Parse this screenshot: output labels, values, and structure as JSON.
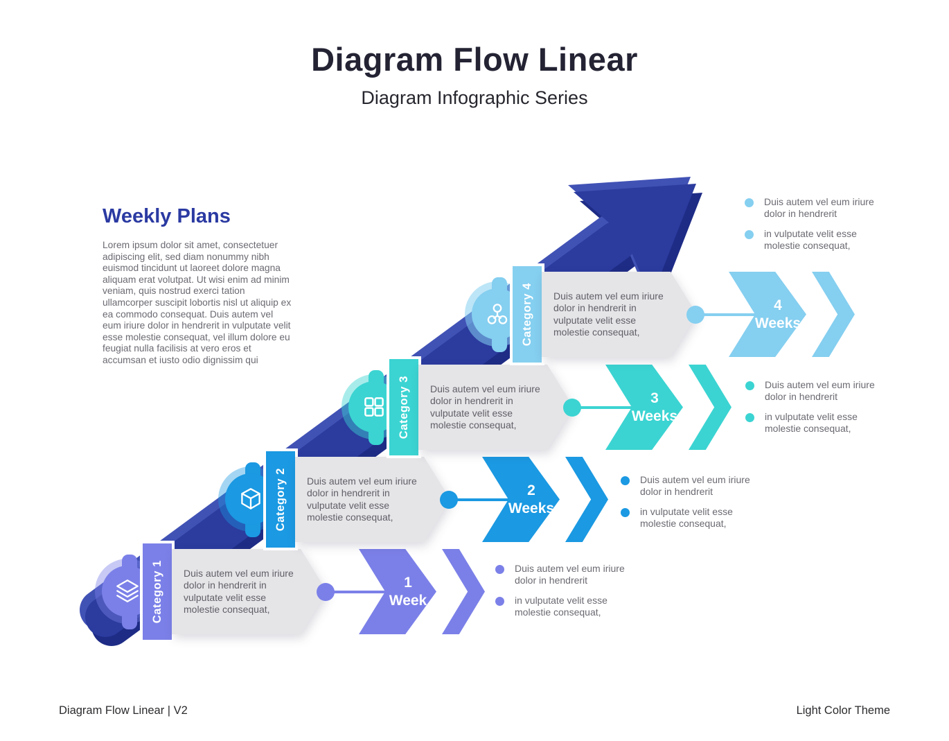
{
  "header": {
    "title": "Diagram Flow Linear",
    "subtitle": "Diagram Infographic Series"
  },
  "intro": {
    "heading": "Weekly Plans",
    "paragraph": "Lorem ipsum dolor sit amet, consectetuer adipiscing elit, sed diam nonummy nibh euismod tincidunt ut laoreet dolore magna aliquam erat volutpat. Ut wisi enim ad minim veniam, quis nostrud exerci tation ullamcorper suscipit lobortis nisl ut aliquip ex ea commodo consequat. Duis autem vel eum iriure dolor in hendrerit in vulputate velit esse molestie consequat, vel illum dolore eu feugiat nulla facilisis at vero eros et accumsan et iusto odio dignissim qui"
  },
  "rows": [
    {
      "category": "Category 1",
      "icon": "layers-icon",
      "color": "#7b80e8",
      "description": "Duis autem vel eum iriure dolor in hendrerit in vulputate velit esse molestie consequat,",
      "weeks_number": "1",
      "weeks_word": "Week",
      "bullets": [
        "Duis autem vel eum iriure dolor in hendrerit",
        "in vulputate velit esse molestie consequat,"
      ]
    },
    {
      "category": "Category 2",
      "icon": "cube-icon",
      "color": "#1b99e2",
      "description": "Duis autem vel eum iriure dolor in hendrerit in vulputate velit esse molestie consequat,",
      "weeks_number": "2",
      "weeks_word": "Weeks",
      "bullets": [
        "Duis autem vel eum iriure dolor in hendrerit",
        "in vulputate velit esse molestie consequat,"
      ]
    },
    {
      "category": "Category 3",
      "icon": "grid-icon",
      "color": "#3bd4d2",
      "description": "Duis autem vel eum iriure dolor in hendrerit in vulputate velit esse molestie consequat,",
      "weeks_number": "3",
      "weeks_word": "Weeks",
      "bullets": [
        "Duis autem vel eum iriure dolor in hendrerit",
        "in vulputate velit esse molestie consequat,"
      ]
    },
    {
      "category": "Category 4",
      "icon": "molecule-icon",
      "color": "#85cff0",
      "description": "Duis autem vel eum iriure dolor in hendrerit in vulputate velit esse molestie consequat,",
      "weeks_number": "4",
      "weeks_word": "Weeks",
      "bullets": [
        "Duis autem vel eum iriure dolor in hendrerit",
        "in vulputate velit esse molestie consequat,"
      ]
    }
  ],
  "footer": {
    "left": "Diagram Flow Linear | V2",
    "right": "Light Color Theme"
  },
  "colors": {
    "arrow_main": "#2b3b9e",
    "arrow_highlight": "#4152b5",
    "arrow_shadow": "#1e2c86",
    "box_bg": "#e5e5e8",
    "body_text": "#6a6a72",
    "heading_text": "#2b3aa2",
    "title_text": "#232334"
  }
}
